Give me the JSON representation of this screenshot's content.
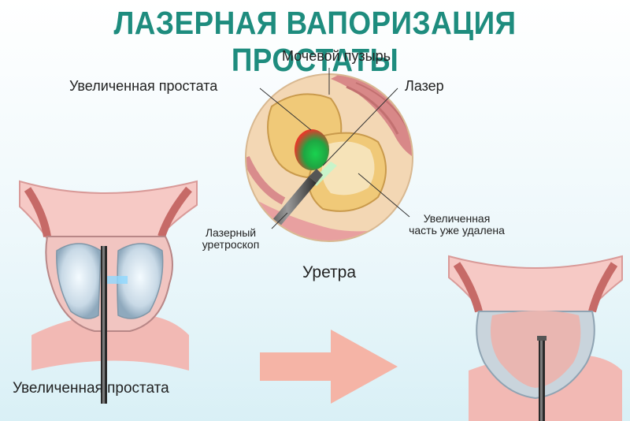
{
  "title": "ЛАЗЕРНАЯ ВАПОРИЗАЦИЯ ПРОСТАТЫ",
  "labels": {
    "bladder": "Мочевой пузырь",
    "enlarged_prostate_top": "Увеличенная простата",
    "laser": "Лазер",
    "laser_urethroscope_line1": "Лазерный",
    "laser_urethroscope_line2": "уретроскоп",
    "removed_part_line1": "Увеличенная",
    "removed_part_line2": "часть уже удалена",
    "urethra": "Уретра",
    "enlarged_prostate_bottom": "Увеличенная простата"
  },
  "colors": {
    "title": "#1e8c7e",
    "arrow": "#f5b4a6",
    "tissue_pink": "#e9a3a3",
    "prostate_yellow": "#f1d08c",
    "laser_green": "#19c24a",
    "laser_red": "#e33a2a"
  }
}
